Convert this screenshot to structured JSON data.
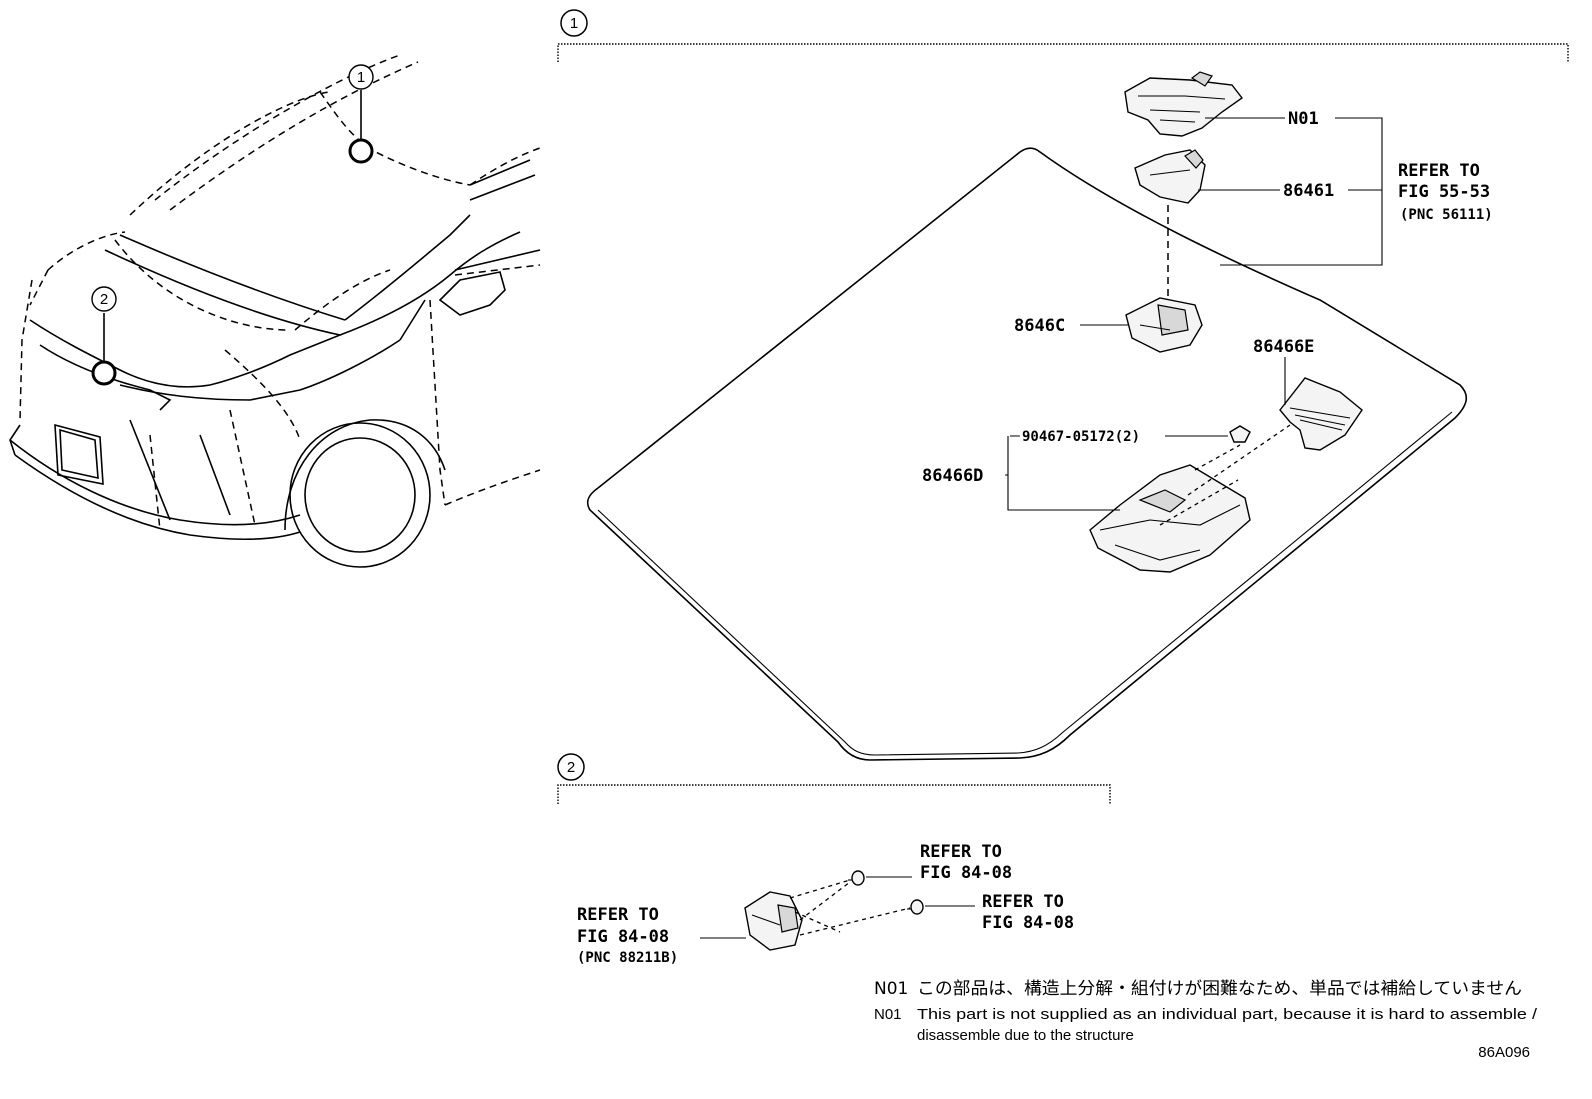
{
  "callouts": {
    "c1": "1",
    "c2": "2"
  },
  "parts": {
    "n01": "N01",
    "p86461": "86461",
    "p8646c": "8646C",
    "p86466e": "86466E",
    "p90467": "90467-05172(2)",
    "p86466d": "86466D"
  },
  "refer_windshield": {
    "line1": "REFER TO",
    "line2": "FIG 55-53",
    "line3": "(PNC 56111)"
  },
  "refer_bolt_1": {
    "line1": "REFER TO",
    "line2": "FIG 84-08"
  },
  "refer_bolt_2": {
    "line1": "REFER TO",
    "line2": "FIG 84-08"
  },
  "refer_radar": {
    "line1": "REFER TO",
    "line2": "FIG 84-08",
    "line3": "(PNC 88211B)"
  },
  "notes": {
    "ja_code": "N01",
    "ja_text": "この部品は、構造上分解・組付けが困難なため、単品では補給していません",
    "en_code": "N01",
    "en_line1": "This part is not supplied as an individual part, because it is hard to assemble /",
    "en_line2": "disassemble due to the structure"
  },
  "figure_id": "86A096"
}
